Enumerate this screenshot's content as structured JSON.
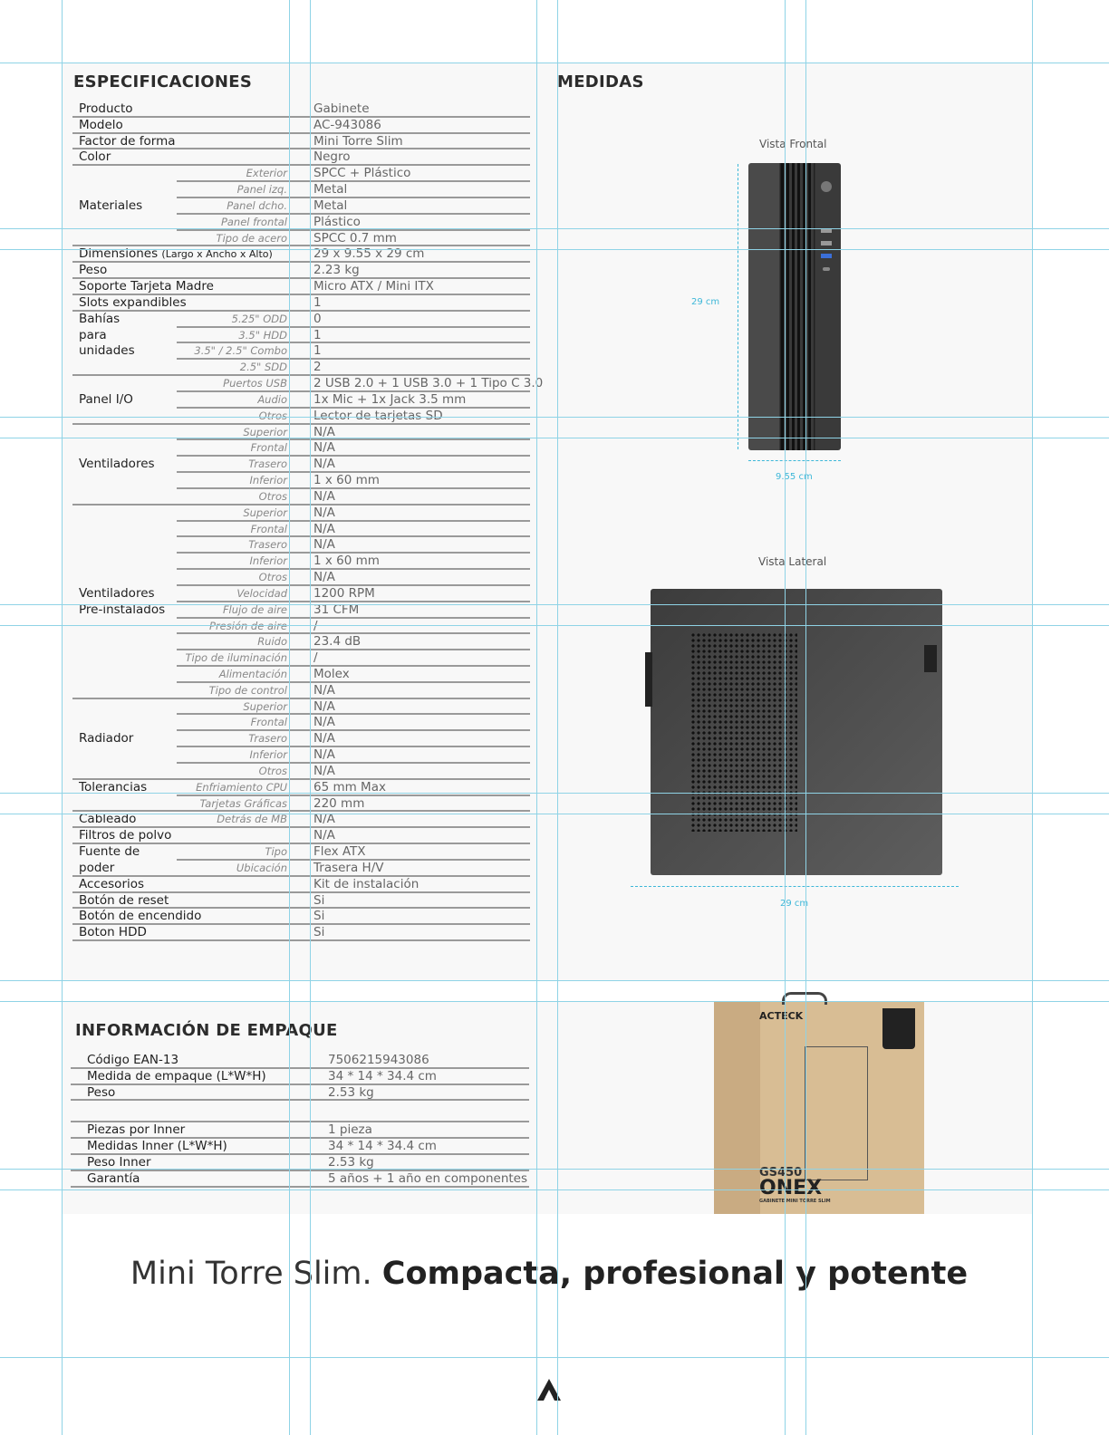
{
  "spec_title": "ESPECIFICACIONES",
  "measures_title": "MEDIDAS",
  "spec_groups": [
    {
      "label": [
        "Producto"
      ],
      "rows": [
        {
          "sub": "",
          "value": "Gabinete"
        }
      ]
    },
    {
      "label": [
        "Modelo"
      ],
      "rows": [
        {
          "sub": "",
          "value": "AC-943086"
        }
      ]
    },
    {
      "label": [
        "Factor de forma"
      ],
      "rows": [
        {
          "sub": "",
          "value": "Mini Torre Slim"
        }
      ]
    },
    {
      "label": [
        "Color"
      ],
      "rows": [
        {
          "sub": "",
          "value": "Negro"
        }
      ]
    },
    {
      "label": [
        "Materiales"
      ],
      "rows": [
        {
          "sub": "Exterior",
          "value": "SPCC + Plástico"
        },
        {
          "sub": "Panel izq.",
          "value": "Metal"
        },
        {
          "sub": "Panel dcho.",
          "value": "Metal"
        },
        {
          "sub": "Panel frontal",
          "value": "Plástico"
        },
        {
          "sub": "Tipo de acero",
          "value": "SPCC 0.7 mm"
        }
      ]
    },
    {
      "label": [
        "Dimensiones"
      ],
      "note": "(Largo x Ancho x Alto)",
      "rows": [
        {
          "sub": "",
          "value": "29 x 9.55 x 29 cm"
        }
      ]
    },
    {
      "label": [
        "Peso"
      ],
      "rows": [
        {
          "sub": "",
          "value": "2.23 kg"
        }
      ]
    },
    {
      "label": [
        "Soporte Tarjeta Madre"
      ],
      "rows": [
        {
          "sub": "",
          "value": "Micro ATX / Mini ITX"
        }
      ]
    },
    {
      "label": [
        "Slots expandibles"
      ],
      "rows": [
        {
          "sub": "",
          "value": "1"
        }
      ]
    },
    {
      "label": [
        "Bahías",
        "para",
        "unidades"
      ],
      "rows": [
        {
          "sub": "5.25\" ODD",
          "value": "0"
        },
        {
          "sub": "3.5\" HDD",
          "value": "1"
        },
        {
          "sub": "3.5\" / 2.5\" Combo",
          "value": "1"
        },
        {
          "sub": "2.5\" SDD",
          "value": "2"
        }
      ]
    },
    {
      "label": [
        "Panel I/O"
      ],
      "rows": [
        {
          "sub": "Puertos USB",
          "value": "2 USB 2.0 + 1 USB 3.0 + 1 Tipo C 3.0"
        },
        {
          "sub": "Audio",
          "value": "1x Mic + 1x Jack 3.5 mm"
        },
        {
          "sub": "Otros",
          "value": "Lector de tarjetas SD"
        }
      ]
    },
    {
      "label": [
        "Ventiladores"
      ],
      "rows": [
        {
          "sub": "Superior",
          "value": "N/A"
        },
        {
          "sub": "Frontal",
          "value": "N/A"
        },
        {
          "sub": "Trasero",
          "value": "N/A"
        },
        {
          "sub": "Inferior",
          "value": "1 x 60 mm"
        },
        {
          "sub": "Otros",
          "value": "N/A"
        }
      ]
    },
    {
      "label": [
        "Ventiladores",
        "Pre-instalados"
      ],
      "rows": [
        {
          "sub": "Superior",
          "value": "N/A"
        },
        {
          "sub": "Frontal",
          "value": "N/A"
        },
        {
          "sub": "Trasero",
          "value": "N/A"
        },
        {
          "sub": "Inferior",
          "value": "1 x 60 mm"
        },
        {
          "sub": "Otros",
          "value": "N/A"
        },
        {
          "sub": "Velocidad",
          "value": "1200 RPM"
        },
        {
          "sub": "Flujo de aire",
          "value": "31 CFM"
        },
        {
          "sub": "Presión de aire",
          "value": "/"
        },
        {
          "sub": "Ruido",
          "value": "23.4 dB"
        },
        {
          "sub": "Tipo de iluminación",
          "value": "/"
        },
        {
          "sub": "Alimentación",
          "value": "Molex"
        },
        {
          "sub": "Tipo de control",
          "value": "N/A"
        }
      ]
    },
    {
      "label": [
        "Radiador"
      ],
      "rows": [
        {
          "sub": "Superior",
          "value": "N/A"
        },
        {
          "sub": "Frontal",
          "value": "N/A"
        },
        {
          "sub": "Trasero",
          "value": "N/A"
        },
        {
          "sub": "Inferior",
          "value": "N/A"
        },
        {
          "sub": "Otros",
          "value": "N/A"
        }
      ]
    },
    {
      "label": [
        "Tolerancias"
      ],
      "rows": [
        {
          "sub": "Enfriamiento CPU",
          "value": "65 mm Max"
        },
        {
          "sub": "Tarjetas Gráficas",
          "value": "220 mm"
        }
      ]
    },
    {
      "label": [
        "Cableado"
      ],
      "rows": [
        {
          "sub": "Detrás de MB",
          "value": "N/A"
        }
      ]
    },
    {
      "label": [
        "Filtros de polvo"
      ],
      "rows": [
        {
          "sub": "",
          "value": "N/A"
        }
      ]
    },
    {
      "label": [
        "Fuente de",
        "poder"
      ],
      "rows": [
        {
          "sub": "Tipo",
          "value": "Flex ATX"
        },
        {
          "sub": "Ubicación",
          "value": "Trasera H/V"
        }
      ]
    },
    {
      "label": [
        "Accesorios"
      ],
      "rows": [
        {
          "sub": "",
          "value": "Kit de instalación"
        }
      ]
    },
    {
      "label": [
        "Botón de reset"
      ],
      "rows": [
        {
          "sub": "",
          "value": "Si"
        }
      ]
    },
    {
      "label": [
        "Botón de encendido"
      ],
      "rows": [
        {
          "sub": "",
          "value": "Si"
        }
      ]
    },
    {
      "label": [
        "Boton HDD"
      ],
      "rows": [
        {
          "sub": "",
          "value": "Si"
        }
      ]
    }
  ],
  "measures": {
    "front_caption": "Vista Frontal",
    "front_height": "29 cm",
    "front_width": "9.55 cm",
    "side_caption": "Vista Lateral",
    "side_length": "29 cm"
  },
  "packing_title": "INFORMACIÓN DE EMPAQUE",
  "packing_rows": [
    {
      "label": "Código EAN-13",
      "value": "7506215943086"
    },
    {
      "label": "Medida de empaque (L*W*H)",
      "value": "34 * 14 * 34.4 cm"
    },
    {
      "label": "Peso",
      "value": "2.53 kg"
    },
    {
      "label": "",
      "value": ""
    },
    {
      "label": "Piezas por Inner",
      "value": "1 pieza"
    },
    {
      "label": "Medidas Inner (L*W*H)",
      "value": "34 * 14 * 34.4 cm"
    },
    {
      "label": "Peso Inner",
      "value": "2.53 kg"
    },
    {
      "label": "Garantía",
      "value": "5 años + 1 año en componentes"
    }
  ],
  "box": {
    "brand": "ACTECK",
    "model": "GS450",
    "name": "ONEX",
    "subtitle": "GABINETE MINI TORRE SLIM"
  },
  "tagline": {
    "light": "Mini Torre Slim.",
    "bold": "Compacta, profesional y potente"
  },
  "colors": {
    "guide": "#8fd3e6",
    "dimension": "#3db7d8",
    "panel": "#f8f8f8"
  }
}
